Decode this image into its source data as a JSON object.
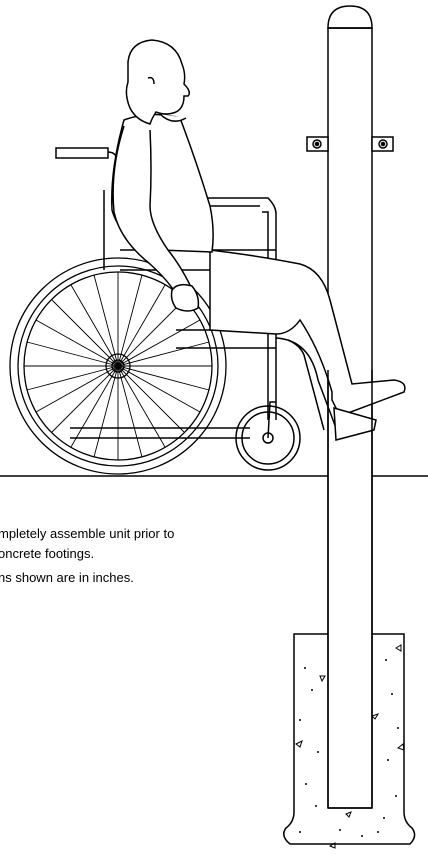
{
  "notes": [
    "mpletely assemble unit prior to",
    "oncrete footings.",
    "ns shown are in inches."
  ],
  "colors": {
    "line": "#000000",
    "background": "#ffffff"
  },
  "elements": {
    "figure": "seated-wheelchair-user",
    "post": "post",
    "footing": "concrete-footing",
    "bracket": "mounting-bracket"
  }
}
